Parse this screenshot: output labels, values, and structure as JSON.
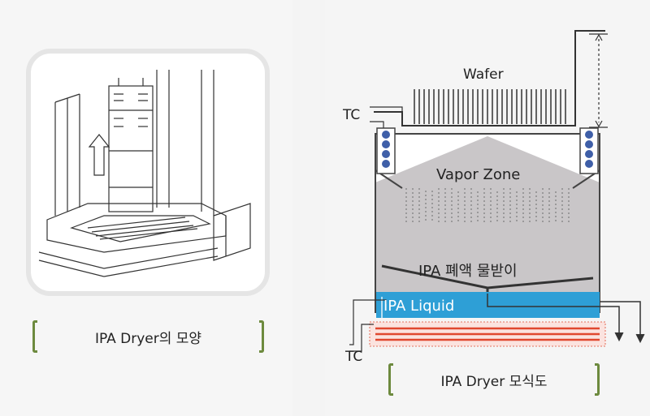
{
  "left": {
    "caption": "IPA Dryer의 모양"
  },
  "right": {
    "labels": {
      "wafer": "Wafer",
      "vapor_zone": "Vapor Zone",
      "drain_tray": "IPA 폐액 물받이",
      "liquid": "IPA Liquid",
      "tc_top": "TC",
      "tc_bottom": "TC"
    },
    "caption": "IPA Dryer 모식도"
  },
  "colors": {
    "liquid": "#2e9fd6",
    "heater": "#e0482f",
    "coil": "#3f5fa8",
    "vapor": "#c9c6c8",
    "bracket": "#6d8a3e"
  }
}
